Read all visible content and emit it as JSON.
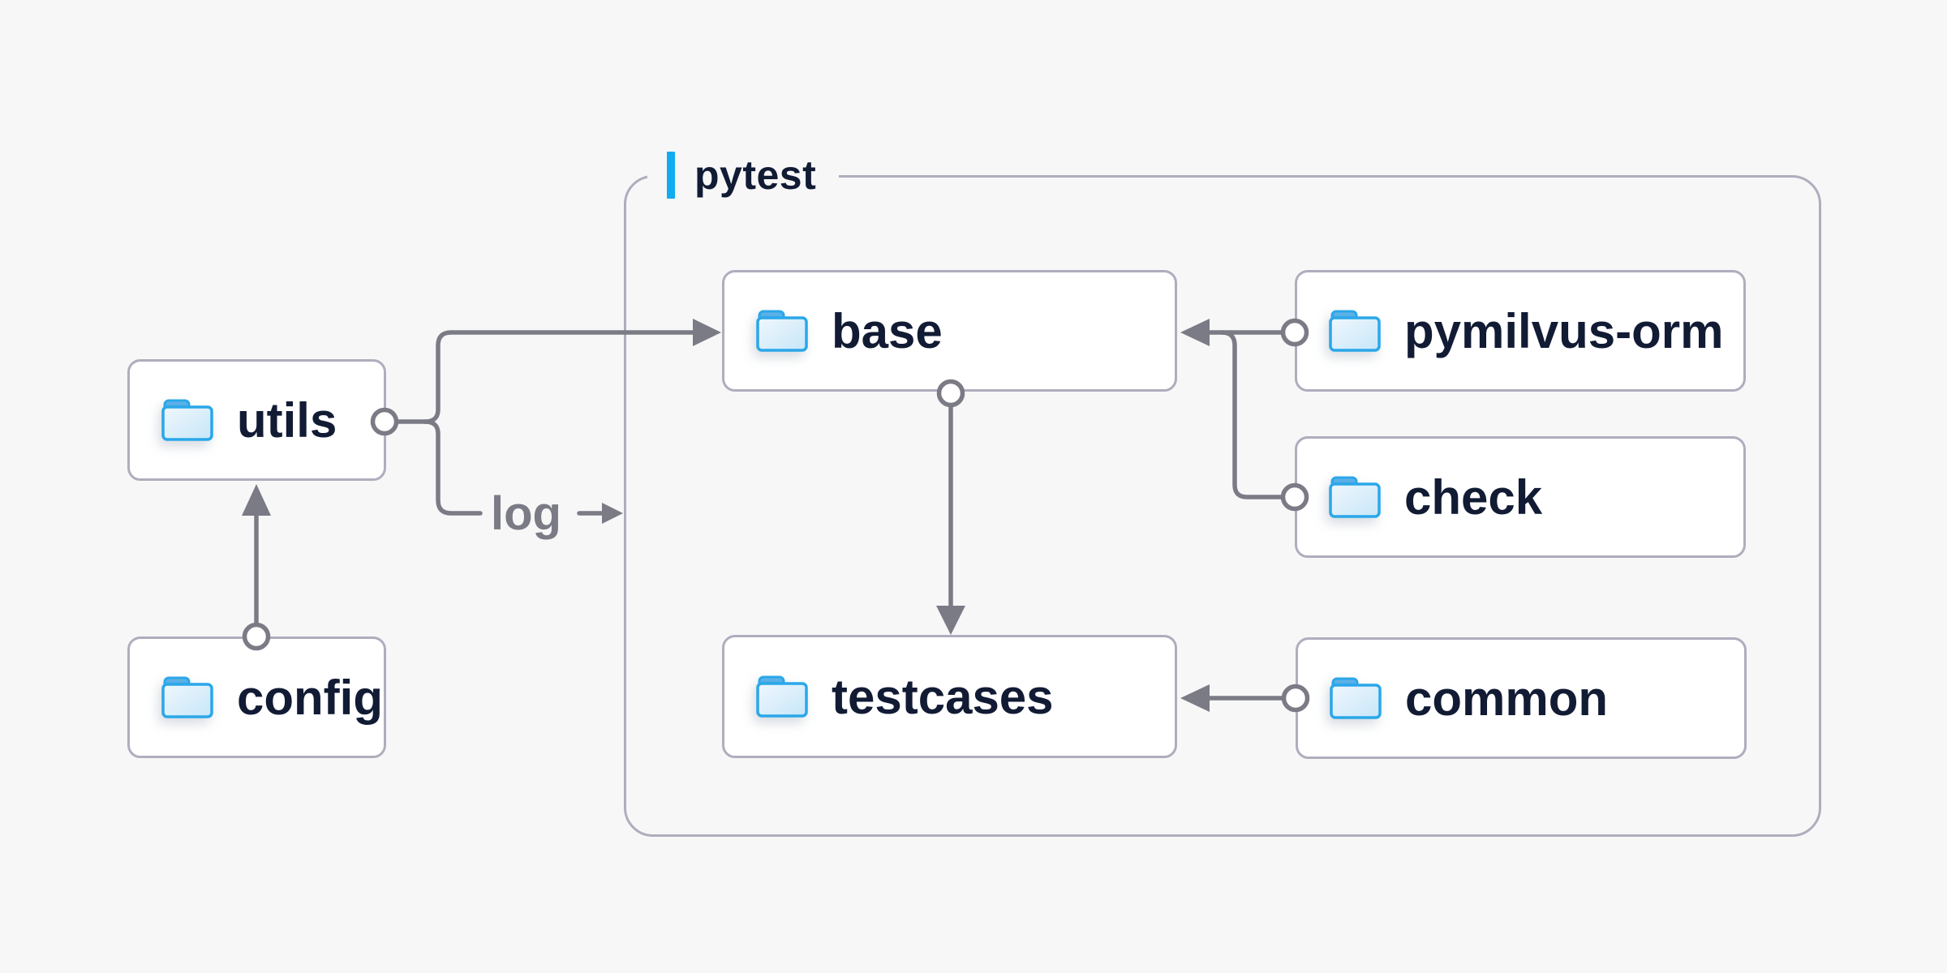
{
  "colors": {
    "background": "#F7F7F8",
    "node_fill": "#FFFFFF",
    "node_border": "#AFADBD",
    "connector_gray": "#7B7B86",
    "text_navy": "#121B34",
    "accent_blue": "#10ACEF",
    "folder_border_blue": "#2AA7E9",
    "folder_tab_blue": "#4FA9E4",
    "folder_body_blue": "#D6ECFA"
  },
  "diagram": {
    "group": {
      "label": "pytest"
    },
    "log_label": "log",
    "nodes": [
      {
        "id": "utils",
        "label": "utils",
        "icon": "folder-icon"
      },
      {
        "id": "config",
        "label": "config",
        "icon": "folder-icon"
      },
      {
        "id": "base",
        "label": "base",
        "icon": "folder-icon"
      },
      {
        "id": "pymilvus-orm",
        "label": "pymilvus-orm",
        "icon": "folder-icon"
      },
      {
        "id": "check",
        "label": "check",
        "icon": "folder-icon"
      },
      {
        "id": "testcases",
        "label": "testcases",
        "icon": "folder-icon"
      },
      {
        "id": "common",
        "label": "common",
        "icon": "folder-icon"
      }
    ],
    "edges": [
      {
        "from": "config",
        "to": "utils"
      },
      {
        "from": "utils",
        "to": "base"
      },
      {
        "from": "utils",
        "to": "pytest-group",
        "label": "log"
      },
      {
        "from": "base",
        "to": "testcases"
      },
      {
        "from": "pymilvus-orm",
        "to": "base"
      },
      {
        "from": "check",
        "to": "base"
      },
      {
        "from": "common",
        "to": "testcases"
      }
    ]
  }
}
